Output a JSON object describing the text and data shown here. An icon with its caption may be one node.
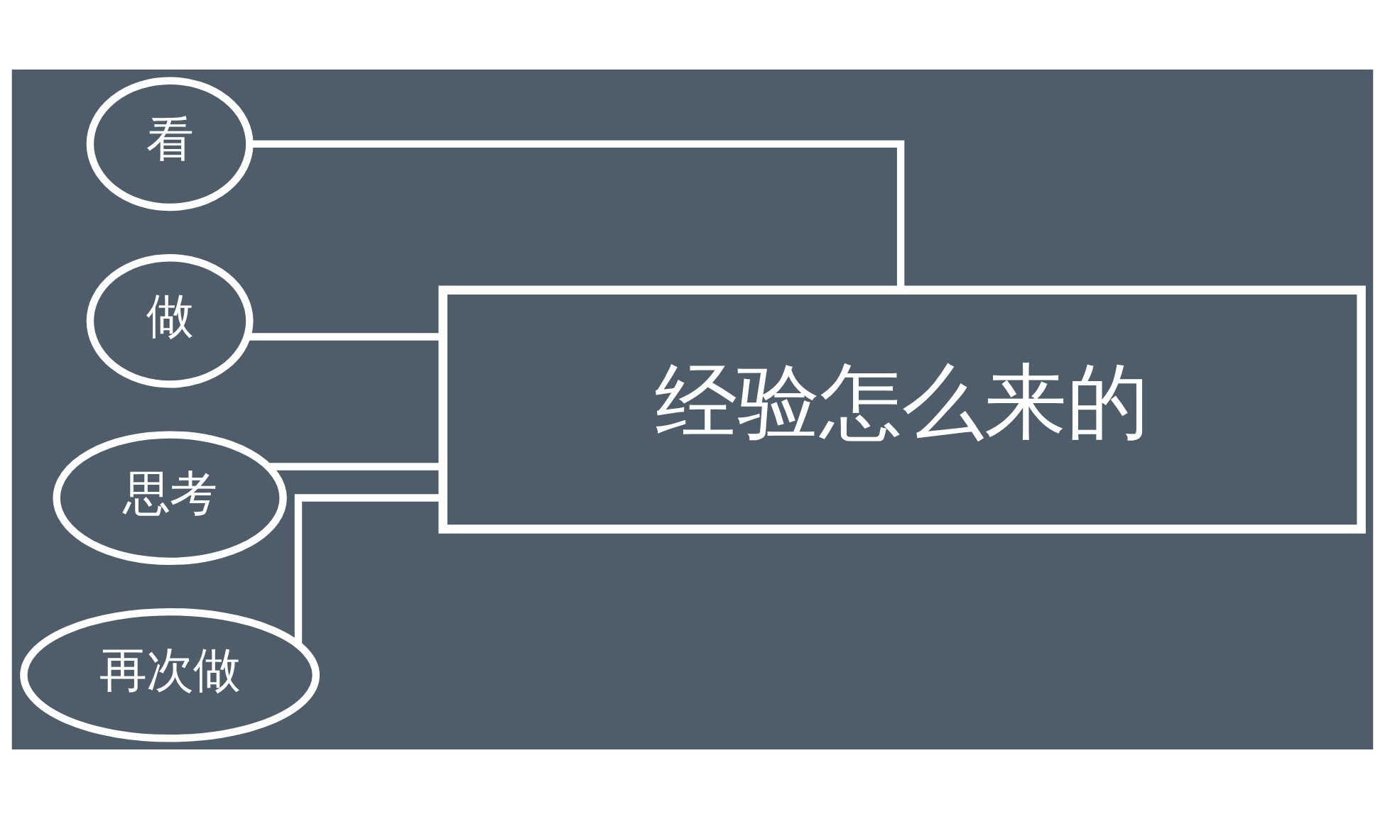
{
  "diagram": {
    "nodes": [
      {
        "text": [
          "看"
        ]
      },
      {
        "text": [
          "做"
        ]
      },
      {
        "text": [
          "思考"
        ]
      },
      {
        "text": [
          "再次做"
        ]
      },
      {
        "text": [
          "经验怎么来的"
        ]
      }
    ],
    "edges": [
      {
        "from": 4,
        "to": 0,
        "arrow": "none"
      },
      {
        "from": 4,
        "to": 1,
        "arrow": "none"
      },
      {
        "from": 4,
        "to": 2,
        "arrow": "none"
      },
      {
        "from": 4,
        "to": 3,
        "arrow": "none"
      }
    ]
  }
}
